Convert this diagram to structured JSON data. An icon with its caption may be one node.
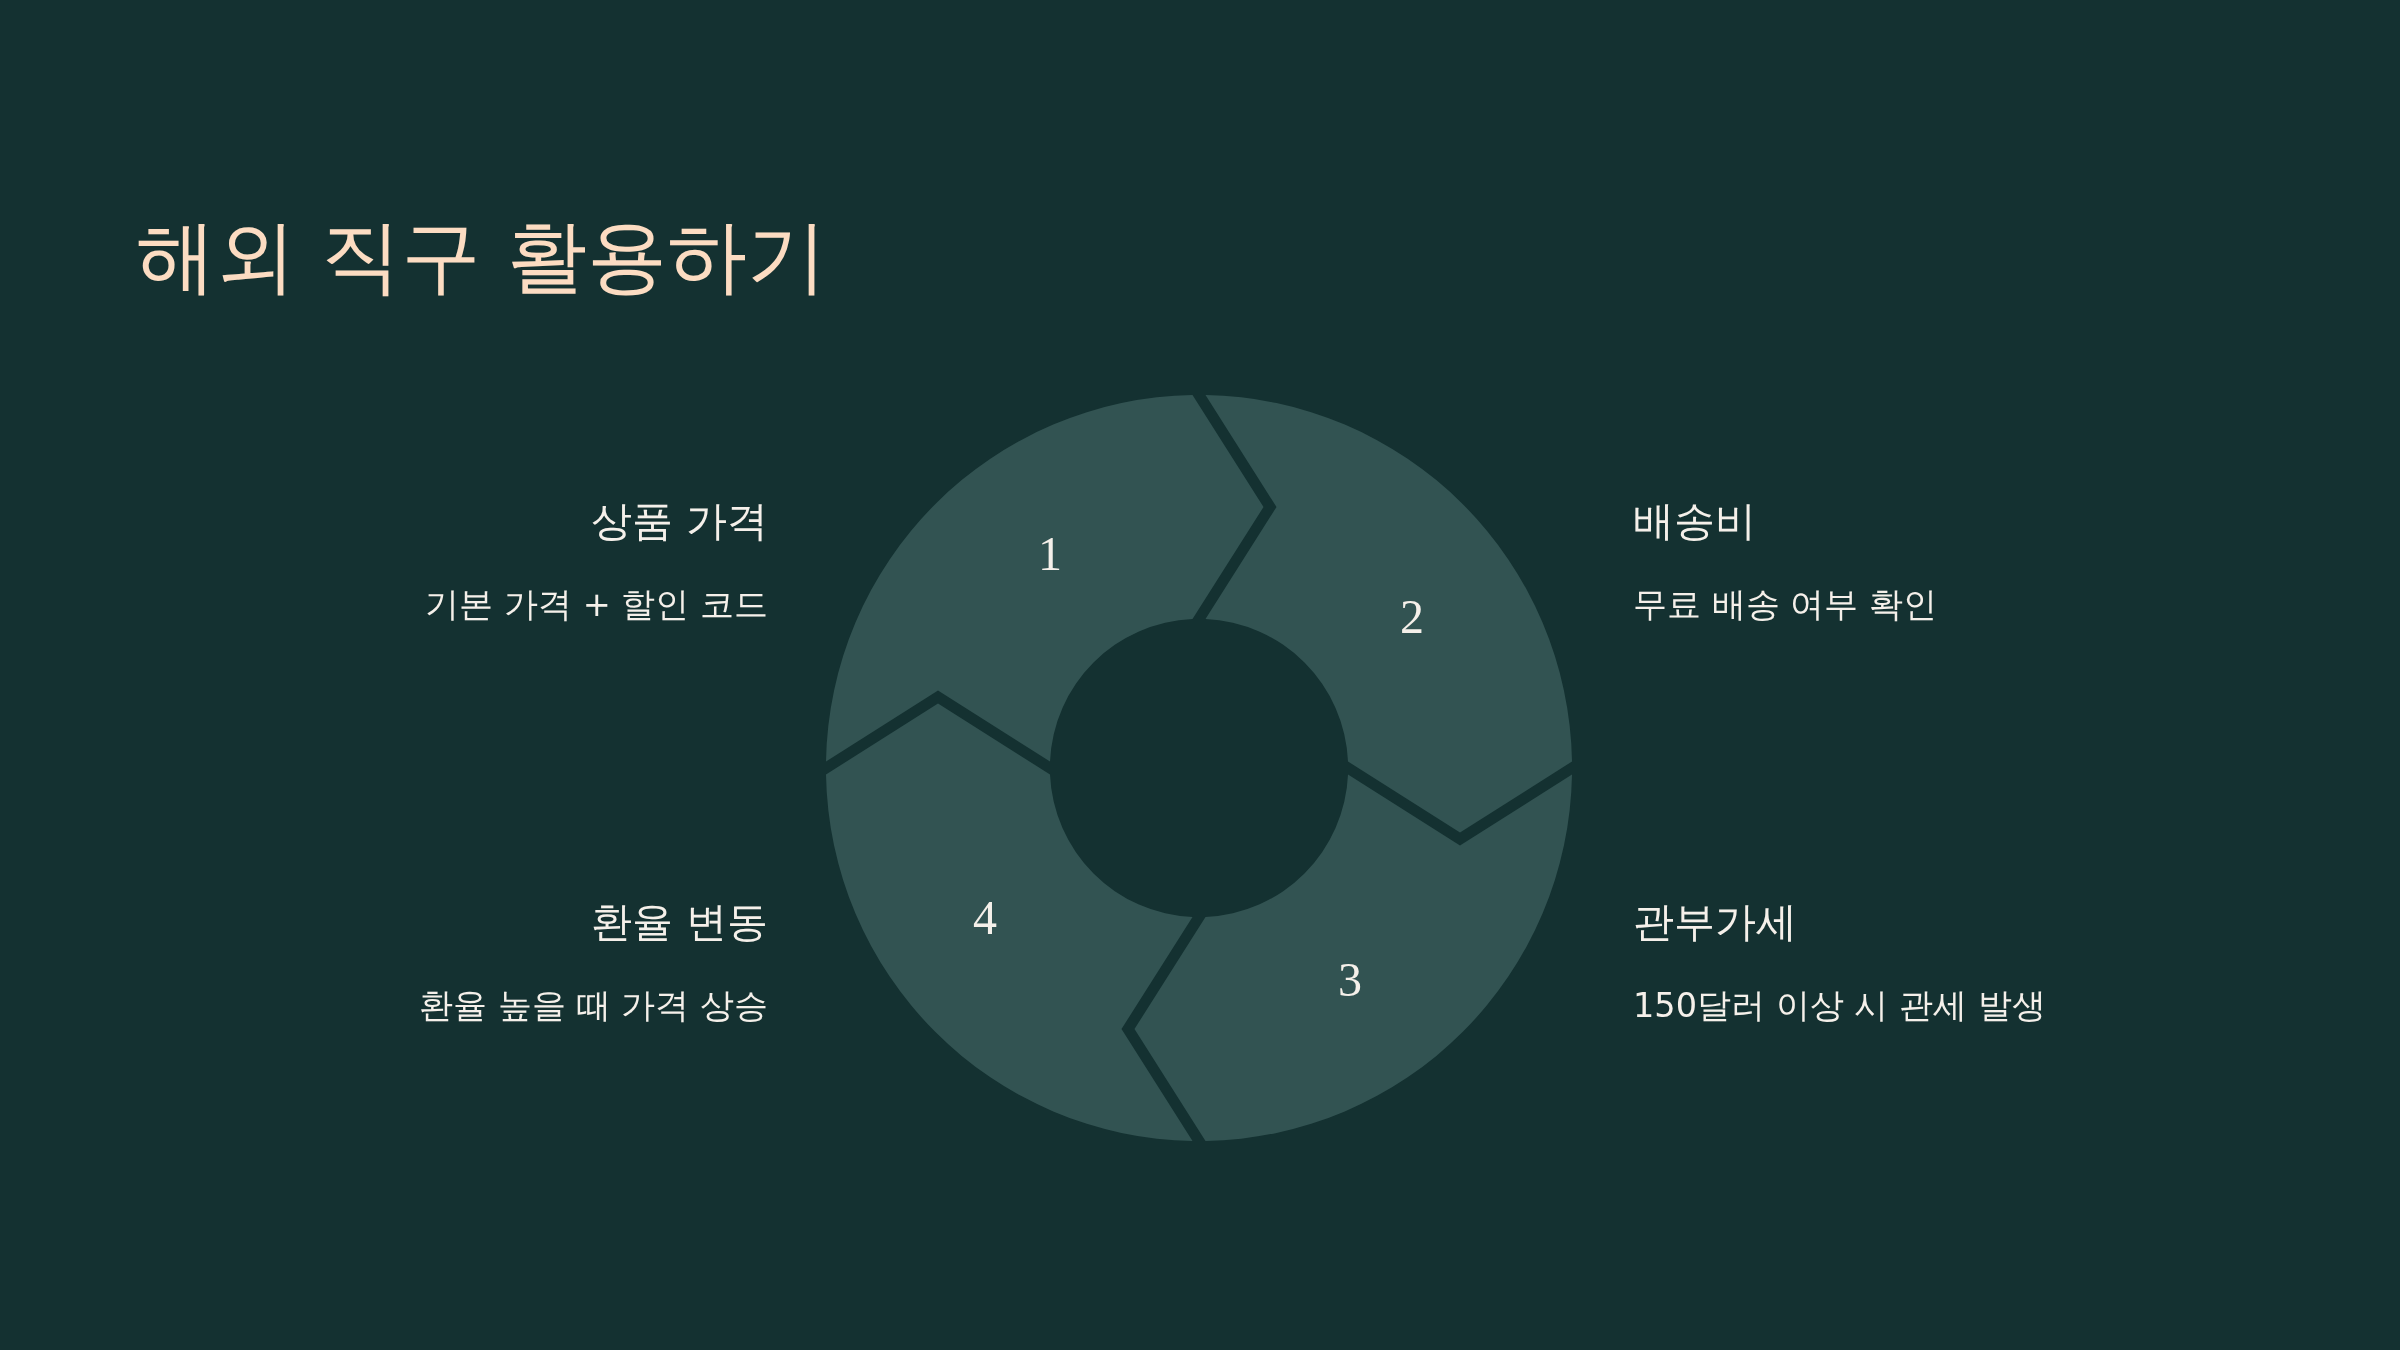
{
  "diagram": {
    "title": "해외 직구 활용하기",
    "nodes": [
      {
        "text": [
          "1"
        ],
        "beside": [
          "상품 가격",
          "기본 가격 + 할인 코드"
        ]
      },
      {
        "text": [
          "2"
        ],
        "beside": [
          "배송비",
          "무료 배송 여부 확인"
        ]
      },
      {
        "text": [
          "3"
        ],
        "beside": [
          "관부가세",
          "150달러 이상 시 관세 발생"
        ]
      },
      {
        "text": [
          "4"
        ],
        "beside": [
          "환율 변동",
          "환율 높을 때 가격 상승"
        ]
      }
    ]
  }
}
